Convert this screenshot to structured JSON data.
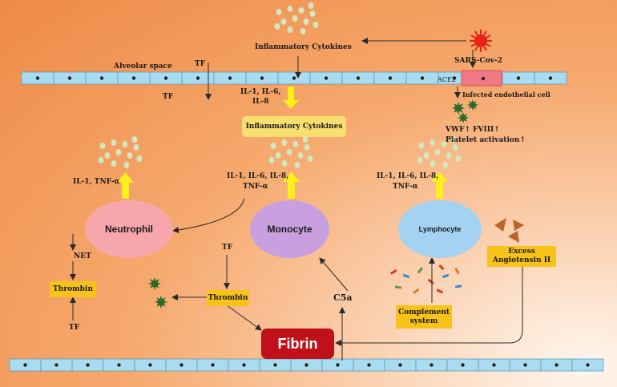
{
  "labels": {
    "inflammatory_top": "Inflammatory  Cytokines",
    "sars": "SARS-Cov-2",
    "alveolar": "Alveolar space",
    "tf_top": "TF",
    "tf_left": "TF",
    "ace2": "ACE2",
    "il_center_1": "IL-1, IL-6,",
    "il_center_2": "IL-8",
    "infected": "Infected endothelial cell",
    "inflammatory_box": "Inflammatory  Cytokines",
    "vwf": "VWF↑ FVIII↑",
    "platelet": "Platelet activation↑",
    "il_neutro": "IL-1, TNF-α",
    "il_mono_1": "IL-1, IL-6, IL-8,",
    "il_mono_2": "TNF-α",
    "il_lymph_1": "IL-1, IL-6, IL-8,",
    "il_lymph_2": "TNF-α",
    "neutrophil": "Neutrophil",
    "monocyte": "Monocyte",
    "lymphocyte": "Lymphocyte",
    "net": "NET",
    "tf_mid": "TF",
    "thrombin_left": "Thrombin",
    "thrombin_mid": "Thrombin",
    "tf_bottom": "TF",
    "c5a": "C5a",
    "complement_1": "Complement",
    "complement_2": "system",
    "excess_1": "Excess",
    "excess_2": "Angiotensin  II",
    "fibrin": "Fibrin"
  },
  "colors": {
    "cell_fill": "#a9dcf0",
    "neutrophil": "#f7a7ab",
    "monocyte": "#c8a0e0",
    "lymphocyte": "#a3d2f2",
    "yellow_box": "#f7c21a",
    "cytokine_box": "#f8df70",
    "fibrin": "#c0111a",
    "arrow_yellow": "#ffef1a",
    "infected_cell": "#f07a84",
    "dots": "#d0e8c2"
  },
  "icons": [
    "virus-icon",
    "platelet-icon",
    "cytokine-dots",
    "angiotensin-triangles",
    "complement-fragments"
  ]
}
